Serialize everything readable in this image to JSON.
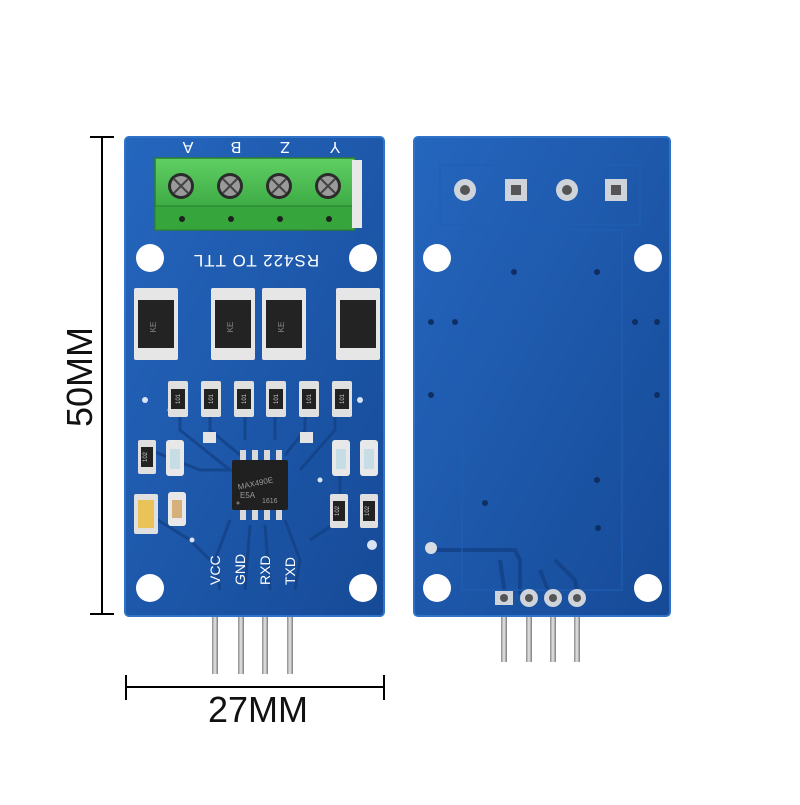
{
  "dimensions": {
    "height_label": "50MM",
    "width_label": "27MM"
  },
  "front_board": {
    "terminal_labels": [
      "A",
      "B",
      "Z",
      "Y"
    ],
    "silkscreen_title": "RS422 TO TTL",
    "header_pins": [
      "VCC",
      "GND",
      "RXD",
      "TXD"
    ],
    "chip_marking": "MAX490E",
    "chip_code": "E5A",
    "chip_date": "1616",
    "diode_marking": "KE",
    "resistor_marking": "101",
    "resistor_marking_small": "102"
  },
  "colors": {
    "pcb_blue": "#1c56a8",
    "pcb_edge": "#2363b9",
    "terminal_green": "#45b84a",
    "silkscreen": "#ffffff"
  }
}
